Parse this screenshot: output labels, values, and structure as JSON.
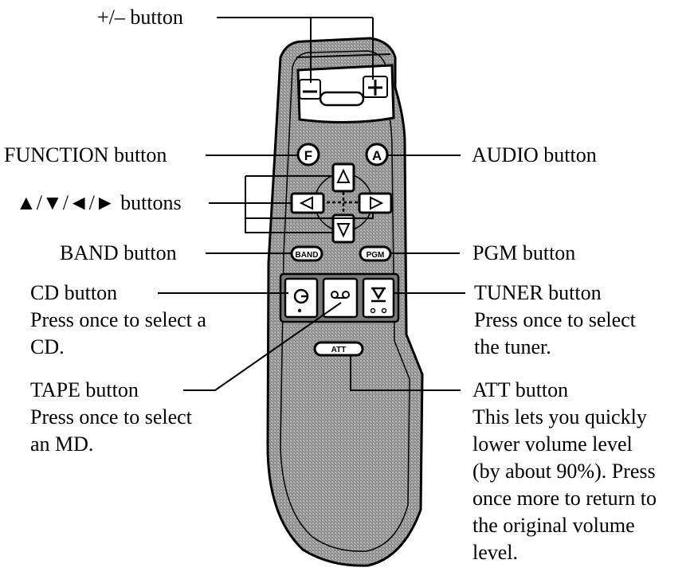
{
  "labels": {
    "plus_minus": "+/– button",
    "function": "FUNCTION button",
    "audio": "AUDIO button",
    "arrows": "▲/▼/◄/► buttons",
    "band": "BAND button",
    "pgm": "PGM button",
    "cd_title": "CD button",
    "cd_desc_1": "Press once to select a",
    "cd_desc_2": "CD.",
    "tuner_title": "TUNER button",
    "tuner_desc_1": "Press once to select",
    "tuner_desc_2": "the tuner.",
    "tape_title": "TAPE button",
    "tape_desc_1": "Press once to select",
    "tape_desc_2": "an MD.",
    "att_title": "ATT button",
    "att_desc_1": "This lets you quickly",
    "att_desc_2": "lower volume level",
    "att_desc_3": "(by about 90%). Press",
    "att_desc_4": "once more to return to",
    "att_desc_5": "the original volume",
    "att_desc_6": "level."
  },
  "remote": {
    "function_letter": "F",
    "audio_letter": "A",
    "band_text": "BAND",
    "pgm_text": "PGM",
    "att_text": "ATT"
  },
  "colors": {
    "body_fill": "#9a9a9a",
    "outline": "#000000",
    "button_fill": "#ffffff"
  }
}
